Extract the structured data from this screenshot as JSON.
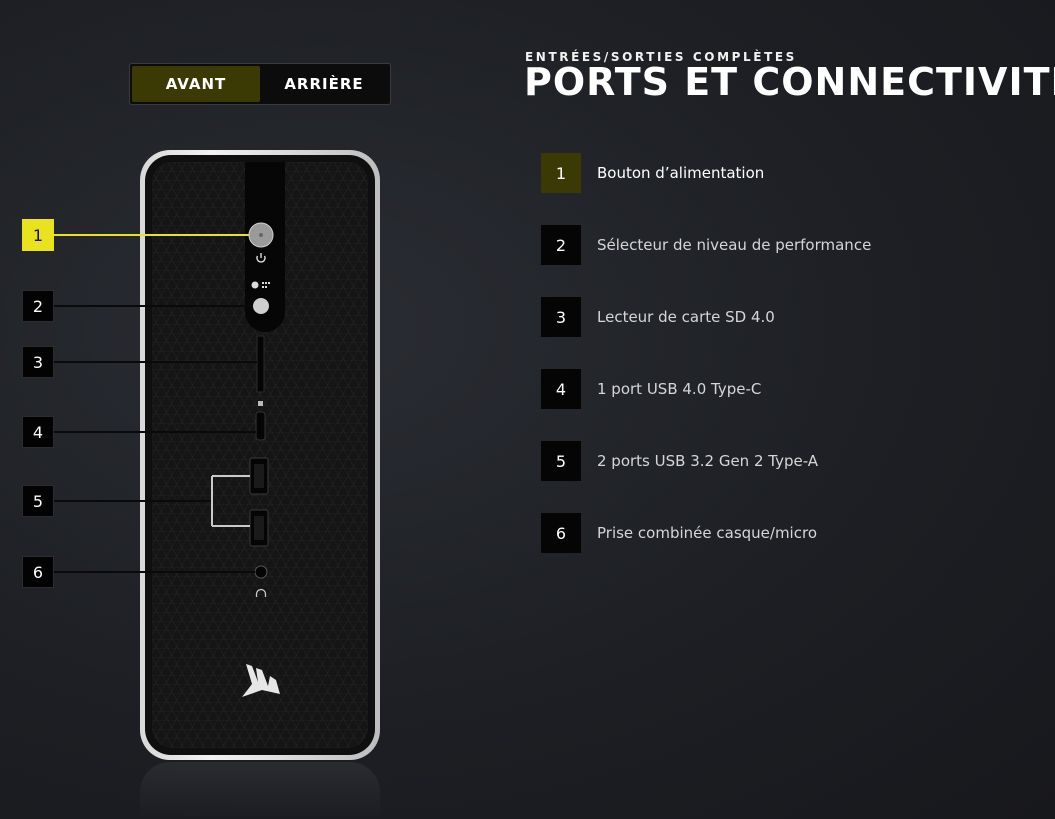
{
  "toggle": {
    "front_label": "AVANT",
    "back_label": "ARRIÈRE",
    "selected": "AVANT"
  },
  "header": {
    "eyebrow": "ENTRÉES/SORTIES COMPLÈTES",
    "title": "PORTS ET CONNECTIVITÉ"
  },
  "callouts": [
    "1",
    "2",
    "3",
    "4",
    "5",
    "6"
  ],
  "features": [
    {
      "num": "1",
      "label": "Bouton d’alimentation"
    },
    {
      "num": "2",
      "label": "Sélecteur de niveau de performance"
    },
    {
      "num": "3",
      "label": "Lecteur de carte SD 4.0"
    },
    {
      "num": "4",
      "label": "1 port USB 4.0 Type-C"
    },
    {
      "num": "5",
      "label": "2 ports USB 3.2 Gen 2 Type-A"
    },
    {
      "num": "6",
      "label": "Prise combinée casque/micro"
    }
  ],
  "active_item": "1",
  "colors": {
    "accent": "#e9e21c",
    "accent_dark": "#3b3a05"
  },
  "icons": [
    "power-icon",
    "performance-icon",
    "headset-icon",
    "corsair-logo"
  ]
}
